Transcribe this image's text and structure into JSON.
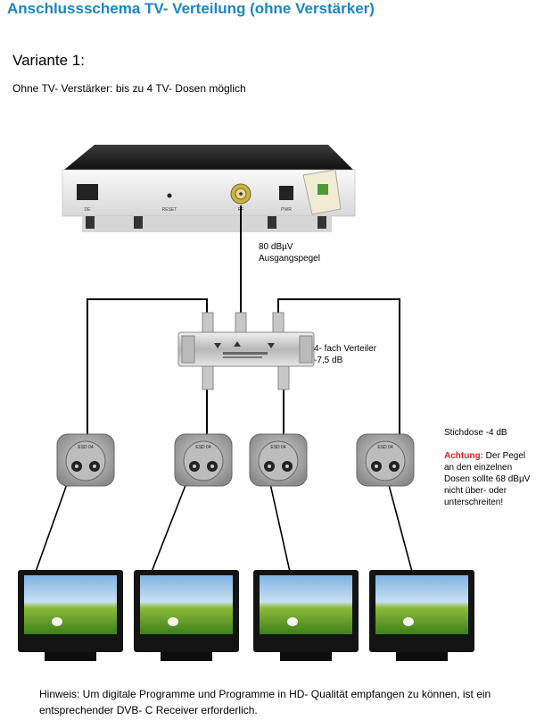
{
  "title": "Anschlussschema TV- Verteilung (ohne Verstärker)",
  "variant": "Variante 1:",
  "subtitle": "Ohne TV- Verstärker: bis zu 4 TV- Dosen möglich",
  "device": {
    "ports": [
      "DE",
      "RESET",
      "RF",
      "PWR"
    ]
  },
  "output_level": {
    "value": "80 dBµV",
    "label": "Ausgangspegel"
  },
  "splitter": {
    "name": "4- fach Verteiler",
    "attenuation": "-7,5 dB"
  },
  "outlet": {
    "label": "Stichdose -4 dB",
    "model": "ESD 04"
  },
  "warning": {
    "label": "Achtung:",
    "text": "Der Pegel an den einzelnen Dosen sollte 68 dBµV nicht über- oder unterschreiten!"
  },
  "hint": "Hinweis: Um digitale Programme und Programme in HD- Qualität empfangen zu können, ist ein entsprechender DVB- C Receiver erforderlich.",
  "colors": {
    "title": "#1c86c6",
    "warning": "#e02020"
  }
}
